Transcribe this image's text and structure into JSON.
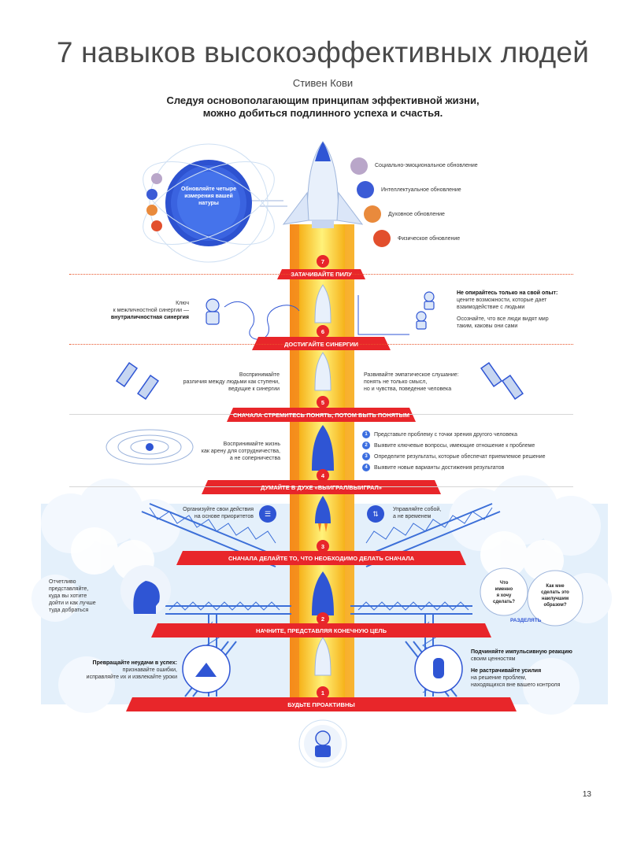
{
  "header": {
    "title": "7 навыков высокоэффективных людей",
    "author": "Стивен Кови",
    "subtitle_line1": "Следуя основополагающим принципам эффективной жизни,",
    "subtitle_line2": "можно добиться подлинного успеха и счастья."
  },
  "renewal": {
    "circle_text": "Обновляйте четыре измерения вашей натуры",
    "items": [
      {
        "label": "Социально-эмоциональное обновление",
        "color": "#b9a6c9"
      },
      {
        "label": "Интеллектуальное обновление",
        "color": "#3b5bd6"
      },
      {
        "label": "Духовное обновление",
        "color": "#e98a3c"
      },
      {
        "label": "Физическое обновление",
        "color": "#e24f2d"
      }
    ]
  },
  "habits": [
    {
      "num": "7",
      "label": "ЗАТАЧИВАЙТЕ ПИЛУ"
    },
    {
      "num": "6",
      "label": "ДОСТИГАЙТЕ СИНЕРГИИ"
    },
    {
      "num": "5",
      "label": "СНАЧАЛА СТРЕМИТЕСЬ ПОНЯТЬ, ПОТОМ БЫТЬ ПОНЯТЫМ"
    },
    {
      "num": "4",
      "label": "ДУМАЙТЕ В ДУХЕ «ВЫИГРАЛ/ВЫИГРАЛ»"
    },
    {
      "num": "3",
      "label": "СНАЧАЛА ДЕЛАЙТЕ ТО, ЧТО НЕОБХОДИМО ДЕЛАТЬ СНАЧАЛА"
    },
    {
      "num": "2",
      "label": "НАЧНИТЕ, ПРЕДСТАВЛЯЯ КОНЕЧНУЮ ЦЕЛЬ"
    },
    {
      "num": "1",
      "label": "БУДЬТЕ ПРОАКТИВНЫ"
    }
  ],
  "notes": {
    "h6_left_1": "Ключ",
    "h6_left_2": "к межличностной синергии —",
    "h6_left_3": "внутриличностная синергия",
    "h6_right_1": "Не опирайтесь только на свой опыт:",
    "h6_right_2": "цените возможности, которые дает",
    "h6_right_3": "взаимодействие с людьми",
    "h6_right_4": "Осознайте, что все люди видят мир",
    "h6_right_5": "таким, каковы они сами",
    "h5_left_1": "Воспринимайте",
    "h5_left_2": "различия между людьми как ступени,",
    "h5_left_3": "ведущие к синергии",
    "h5_right_1": "Развивайте эмпатическое слушание:",
    "h5_right_2": "понять не только смысл,",
    "h5_right_3": "но и чувства, поведение человека",
    "h4_left_1": "Воспринимайте жизнь",
    "h4_left_2": "как арену для сотрудничества,",
    "h4_left_3": "а не соперничества",
    "h4_list": [
      "Представьте проблему с точки зрения другого человека",
      "Выявите ключевые вопросы, имеющие отношение к проблеме",
      "Определите результаты, которые обеспечат приемлемое решение",
      "Выявите новые варианты достижения результатов"
    ],
    "h3_left_1": "Организуйте свои действия",
    "h3_left_2": "на основе приоритетов",
    "h3_right_1": "Управляйте собой,",
    "h3_right_2": "а не временем",
    "h2_left_1": "Отчетливо",
    "h2_left_2": "представляйте,",
    "h2_left_3": "куда вы хотите",
    "h2_left_4": "дойти и как лучше",
    "h2_left_5": "туда добраться",
    "h2_q1_1": "Что",
    "h2_q1_2": "именно",
    "h2_q1_3": "я хочу",
    "h2_q1_4": "сделать?",
    "h2_q2_1": "Как мне",
    "h2_q2_2": "сделать это",
    "h2_q2_3": "наилучшим",
    "h2_q2_4": "образом?",
    "h2_split": "РАЗДЕЛЯТЬ",
    "h1_left_1": "Превращайте неудачи в успех:",
    "h1_left_2": "признавайте ошибки,",
    "h1_left_3": "исправляйте их и извлекайте уроки",
    "h1_right_1": "Подчиняйте импульсивную реакцию",
    "h1_right_2": "своим ценностям",
    "h1_right_3": "Не растрачивайте усилия",
    "h1_right_4": "на решение проблем,",
    "h1_right_5": "находящихся вне вашего контроля"
  },
  "page_number": "13",
  "colors": {
    "accent_red": "#e8262a",
    "beam_yellow": "#f7d21b",
    "beam_orange": "#f59a1c",
    "rocket_blue": "#2f55d4"
  }
}
